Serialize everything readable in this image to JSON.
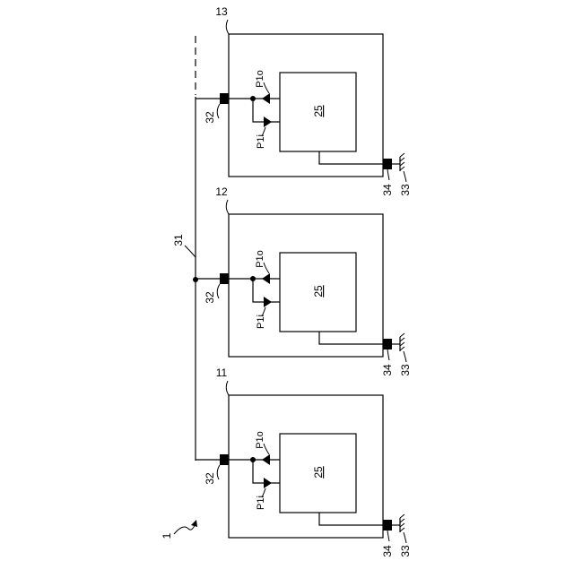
{
  "figure": {
    "figure_ref": "1",
    "bus_ref": "31",
    "modules": [
      {
        "ref": "13",
        "block_label": "25",
        "port_out_label": "P1o",
        "port_in_label": "P1i",
        "connector_ref": "32",
        "ground_connector_ref": "34",
        "ground_ref": "33"
      },
      {
        "ref": "12",
        "block_label": "25",
        "port_out_label": "P1o",
        "port_in_label": "P1i",
        "connector_ref": "32",
        "ground_connector_ref": "34",
        "ground_ref": "33"
      },
      {
        "ref": "11",
        "block_label": "25",
        "port_out_label": "P1o",
        "port_in_label": "P1i",
        "connector_ref": "32",
        "ground_connector_ref": "34",
        "ground_ref": "33"
      }
    ]
  }
}
